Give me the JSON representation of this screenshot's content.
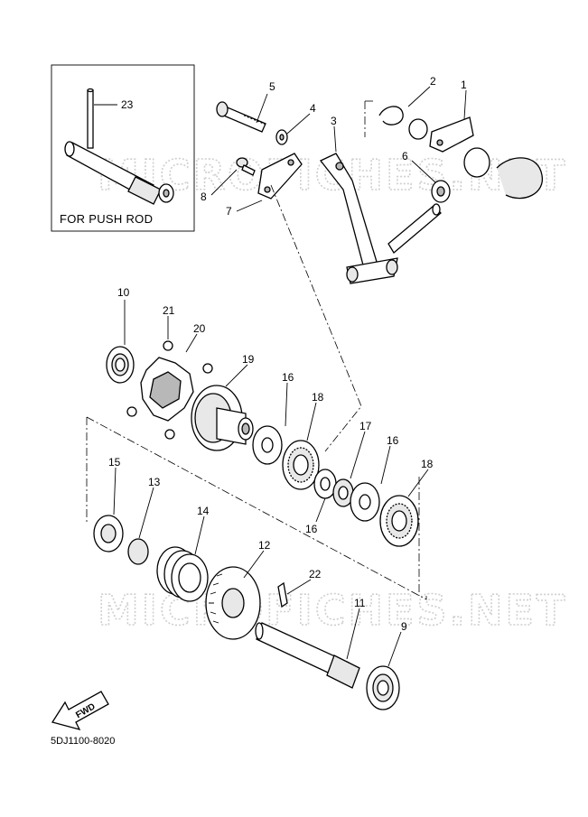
{
  "watermark": {
    "text": "MICROFICHES.NET"
  },
  "inset": {
    "label": "FOR PUSH ROD"
  },
  "fwd_label": "FWD",
  "part_code": "5DJ1100-8020",
  "callouts": {
    "n1": "1",
    "n2": "2",
    "n3": "3",
    "n4": "4",
    "n5": "5",
    "n6": "6",
    "n7": "7",
    "n8": "8",
    "n9": "9",
    "n10": "10",
    "n11": "11",
    "n12": "12",
    "n13": "13",
    "n14": "14",
    "n15": "15",
    "n16a": "16",
    "n16b": "16",
    "n16c": "16",
    "n17": "17",
    "n18a": "18",
    "n18b": "18",
    "n19": "19",
    "n20": "20",
    "n21": "21",
    "n22": "22",
    "n23": "23"
  }
}
